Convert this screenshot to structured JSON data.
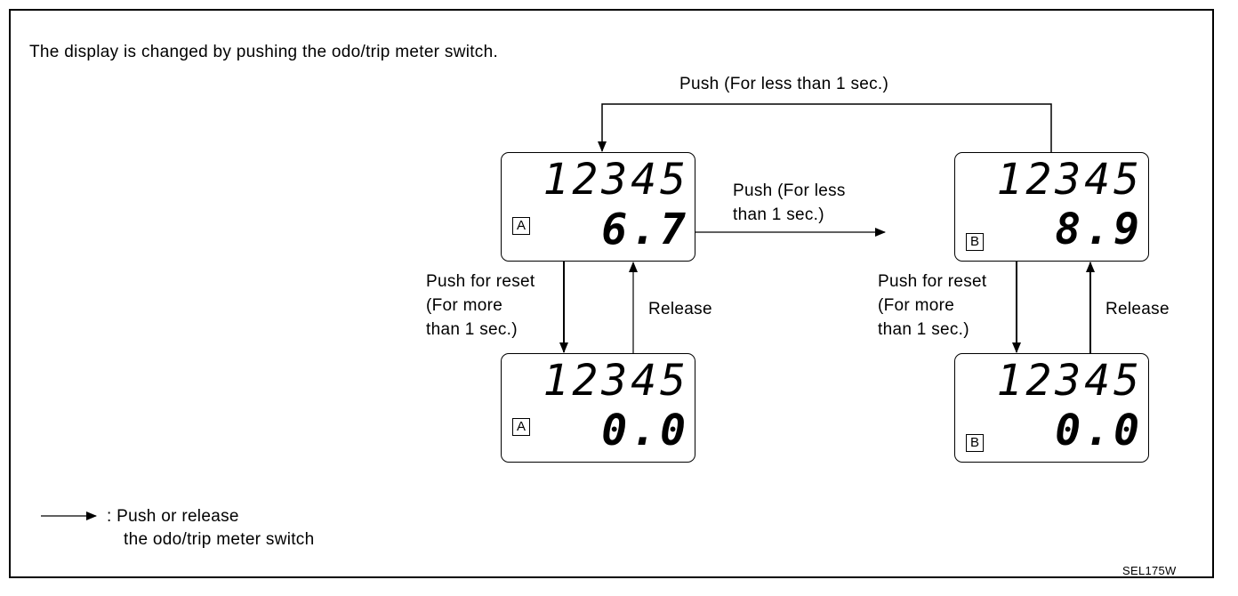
{
  "description": "The display is changed by pushing the odo/trip meter switch.",
  "top_push_label": "Push (For less than 1 sec.)",
  "middle_push_label": [
    "Push (For less",
    "than 1 sec.)"
  ],
  "reset_label": [
    "Push for reset",
    "(For more",
    "than 1 sec.)"
  ],
  "release_label": "Release",
  "displays": {
    "a_top": {
      "odo": "12345",
      "trip": "6.7",
      "badge": "A"
    },
    "a_bottom": {
      "odo": "12345",
      "trip": "0.0",
      "badge": "A"
    },
    "b_top": {
      "odo": "12345",
      "trip": "8.9",
      "badge": "B"
    },
    "b_bottom": {
      "odo": "12345",
      "trip": "0.0",
      "badge": "B"
    }
  },
  "legend": [
    ": Push or release",
    "the odo/trip meter switch"
  ],
  "figure_code": "SEL175W"
}
